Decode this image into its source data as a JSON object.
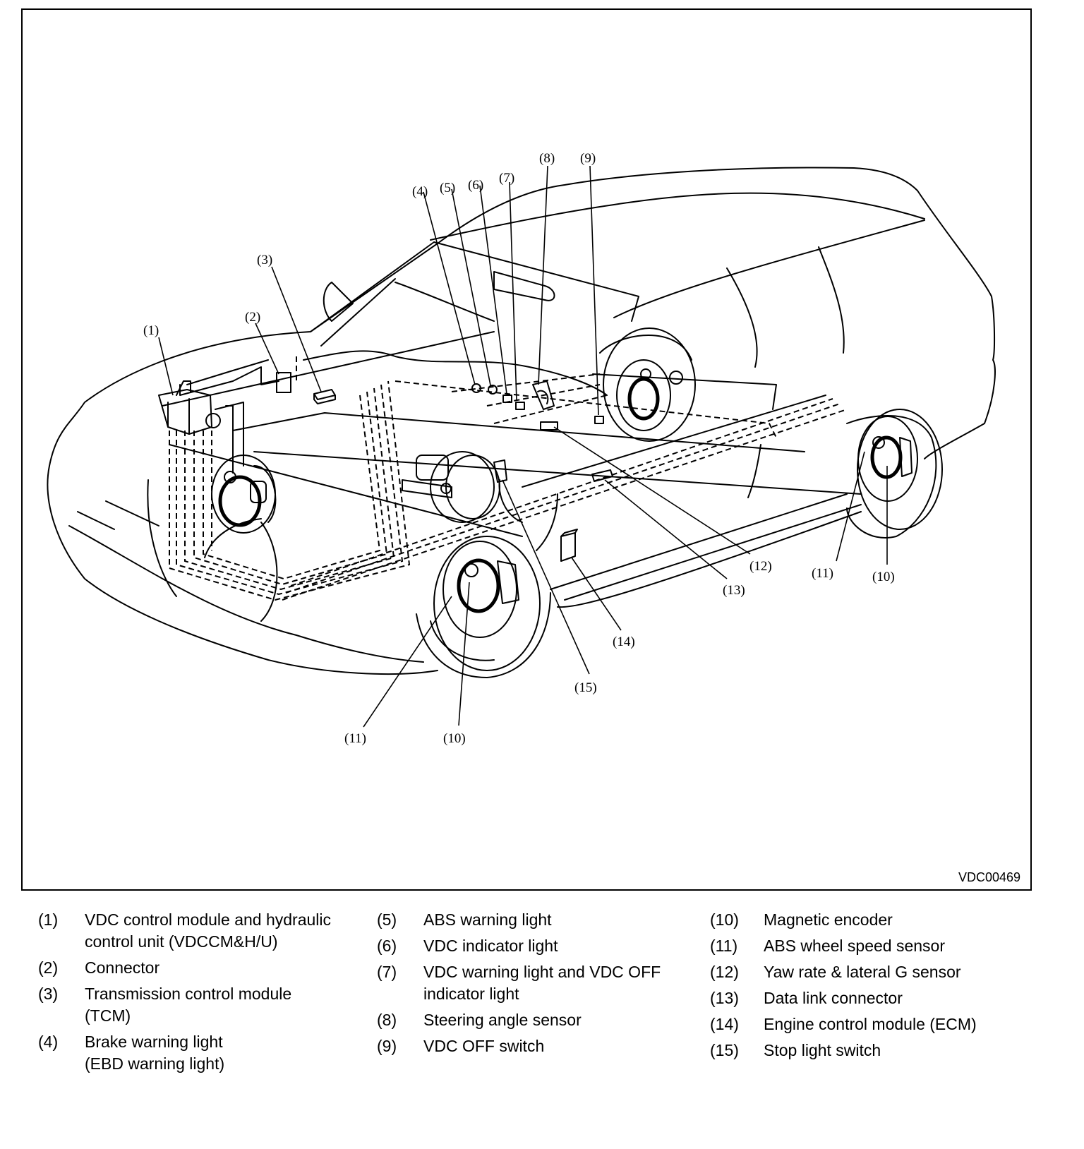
{
  "figure": {
    "id": "VDC00469",
    "subject": "VDC system component layout on vehicle",
    "colors": {
      "line": "#000000",
      "background": "#ffffff"
    }
  },
  "callouts": [
    {
      "num": "(1)"
    },
    {
      "num": "(2)"
    },
    {
      "num": "(3)"
    },
    {
      "num": "(4)"
    },
    {
      "num": "(5)"
    },
    {
      "num": "(6)"
    },
    {
      "num": "(7)"
    },
    {
      "num": "(8)"
    },
    {
      "num": "(9)"
    },
    {
      "num": "(10)"
    },
    {
      "num": "(11)"
    },
    {
      "num": "(12)"
    },
    {
      "num": "(13)"
    },
    {
      "num": "(14)"
    },
    {
      "num": "(15)"
    },
    {
      "num": "(10)"
    },
    {
      "num": "(11)"
    }
  ],
  "legend": {
    "col1": [
      {
        "num": "(1)",
        "text": "VDC control module and hydraulic\ncontrol unit (VDCCM&H/U)"
      },
      {
        "num": "(2)",
        "text": "Connector"
      },
      {
        "num": "(3)",
        "text": "Transmission control module\n(TCM)"
      },
      {
        "num": "(4)",
        "text": "Brake warning light\n(EBD warning light)"
      }
    ],
    "col2": [
      {
        "num": "(5)",
        "text": "ABS warning light"
      },
      {
        "num": "(6)",
        "text": "VDC indicator light"
      },
      {
        "num": "(7)",
        "text": "VDC warning light and VDC OFF\nindicator light"
      },
      {
        "num": "(8)",
        "text": "Steering angle sensor"
      },
      {
        "num": "(9)",
        "text": "VDC OFF switch"
      }
    ],
    "col3": [
      {
        "num": "(10)",
        "text": "Magnetic encoder"
      },
      {
        "num": "(11)",
        "text": "ABS wheel speed sensor"
      },
      {
        "num": "(12)",
        "text": "Yaw rate & lateral G sensor"
      },
      {
        "num": "(13)",
        "text": "Data link connector"
      },
      {
        "num": "(14)",
        "text": "Engine control module (ECM)"
      },
      {
        "num": "(15)",
        "text": "Stop light switch"
      }
    ]
  }
}
